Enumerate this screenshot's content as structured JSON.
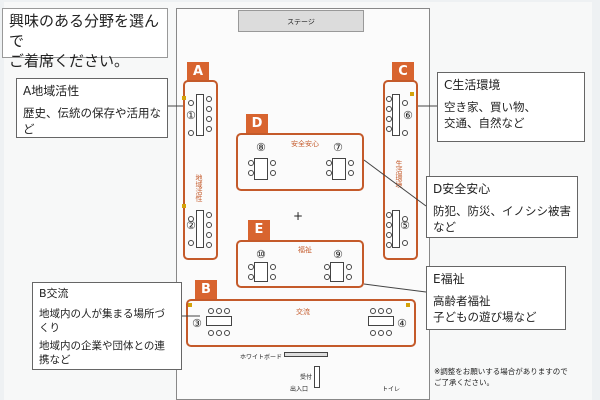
{
  "heading": {
    "line1": "興味のある分野を選んで",
    "line2": "ご着席ください。"
  },
  "stage_label": "ステージ",
  "areas": {
    "A": {
      "badge": "A",
      "label": "地域活性",
      "seats": [
        "①",
        "②"
      ]
    },
    "B": {
      "badge": "B",
      "label": "交流",
      "seats": [
        "③",
        "④"
      ]
    },
    "C": {
      "badge": "C",
      "label": "生活環境",
      "seats": [
        "⑥",
        "⑤"
      ]
    },
    "D": {
      "badge": "D",
      "label": "安全安心",
      "seats": [
        "⑧",
        "⑦"
      ]
    },
    "E": {
      "badge": "E",
      "label": "福祉",
      "seats": [
        "⑩",
        "⑨"
      ]
    }
  },
  "callouts": {
    "A": {
      "title": "A地域活性",
      "body": "歴史、伝統の保存や活用など"
    },
    "B": {
      "title": "B交流",
      "line1": "地域内の人が集まる場所づくり",
      "line2": "地域内の企業や団体との連携など"
    },
    "C": {
      "title": "C生活環境",
      "line1": "空き家、買い物、",
      "line2": "交通、自然など"
    },
    "D": {
      "title": "D安全安心",
      "body": "防犯、防災、イノシシ被害など"
    },
    "E": {
      "title": "E福祉",
      "line1": "高齢者福祉",
      "line2": "子どもの遊び場など"
    }
  },
  "facility": {
    "whiteboard": "ホワイトボード",
    "reception": "受付",
    "entrance": "出入口",
    "toilet": "トイレ"
  },
  "note": {
    "line1": "※調整をお願いする場合がありますので",
    "line2": "ご了承ください。"
  },
  "colors": {
    "accent": "#d8642f",
    "area_border": "#c45a2a",
    "seat_marker": "#d4a20a"
  }
}
